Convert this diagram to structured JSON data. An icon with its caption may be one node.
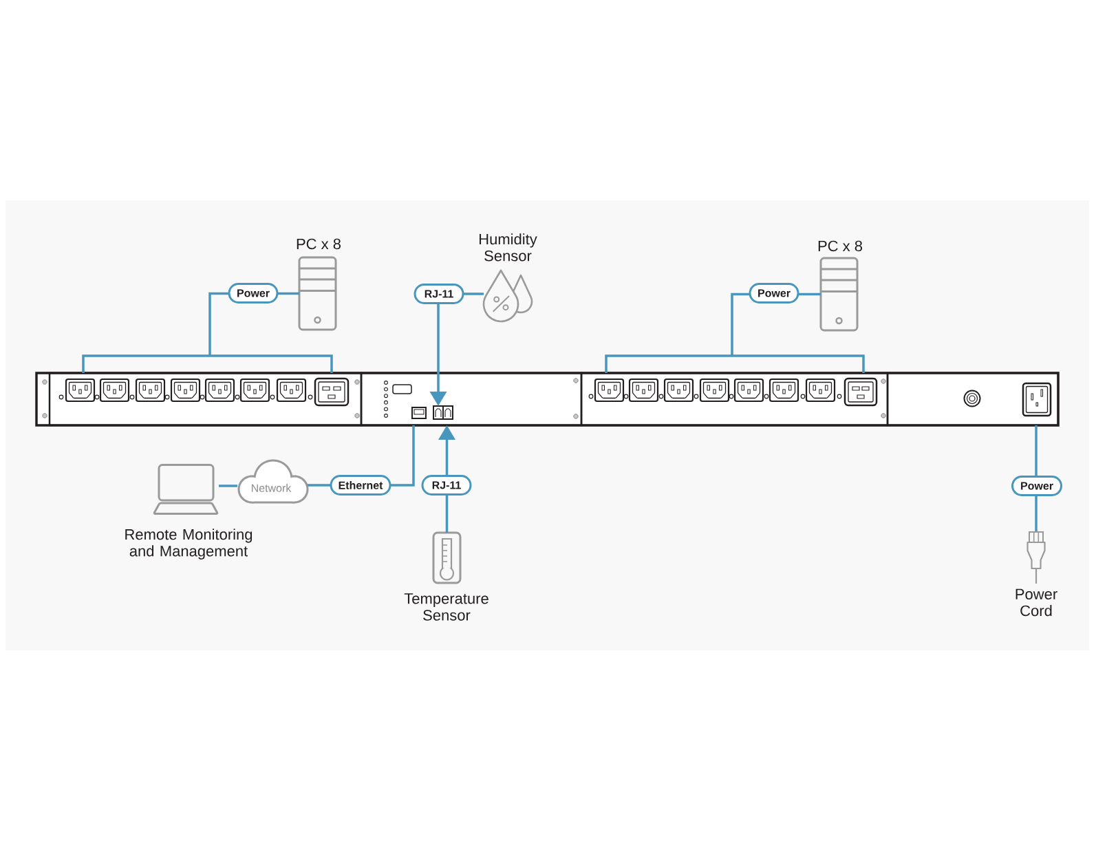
{
  "diagram": {
    "nodes": [
      {
        "text": [
          "PC x 8"
        ]
      },
      {
        "text": [
          "Humidity Sensor"
        ]
      },
      {
        "text": [
          "PC x 8"
        ]
      },
      {
        "text": [],
        "shape": "picture"
      },
      {
        "text": [],
        "shape": "picture",
        "in": 3
      },
      {
        "text": [],
        "shape": "picture",
        "in": 3
      },
      {
        "text": [],
        "shape": "picture",
        "in": 5
      },
      {
        "text": [],
        "shape": "picture",
        "in": 3
      },
      {
        "text": [],
        "shape": "picture",
        "in": 3
      },
      {
        "text": [
          "Remote Monitoring and Management"
        ]
      },
      {
        "text": [
          "Network"
        ]
      },
      {
        "text": [
          "Temperature Sensor"
        ]
      },
      {
        "text": [
          "Power Cord"
        ]
      }
    ],
    "edges": [
      {
        "from": 0,
        "to": 4,
        "arrow": "none",
        "label": "Power"
      },
      {
        "from": 2,
        "to": 7,
        "arrow": "none",
        "label": "Power"
      },
      {
        "from": 1,
        "to": 6,
        "arrow": "to",
        "label": "RJ-11"
      },
      {
        "from": 9,
        "to": 10,
        "arrow": "none"
      },
      {
        "from": 10,
        "to": 5,
        "arrow": "none",
        "label": "Ethernet"
      },
      {
        "from": 11,
        "to": 5,
        "arrow": "to",
        "label": "RJ-11"
      },
      {
        "from": 12,
        "to": 8,
        "arrow": "none",
        "label": "Power"
      }
    ]
  }
}
